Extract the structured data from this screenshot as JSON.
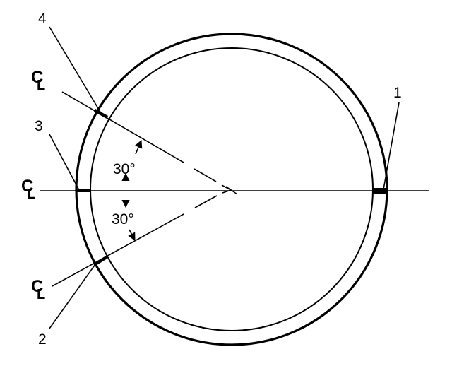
{
  "labels": {
    "callout_1": "1",
    "callout_2": "2",
    "callout_3": "3",
    "callout_4": "4"
  },
  "centerline": {
    "c": "C",
    "l": "L"
  },
  "angles": {
    "upper": "30°",
    "lower": "30°"
  }
}
